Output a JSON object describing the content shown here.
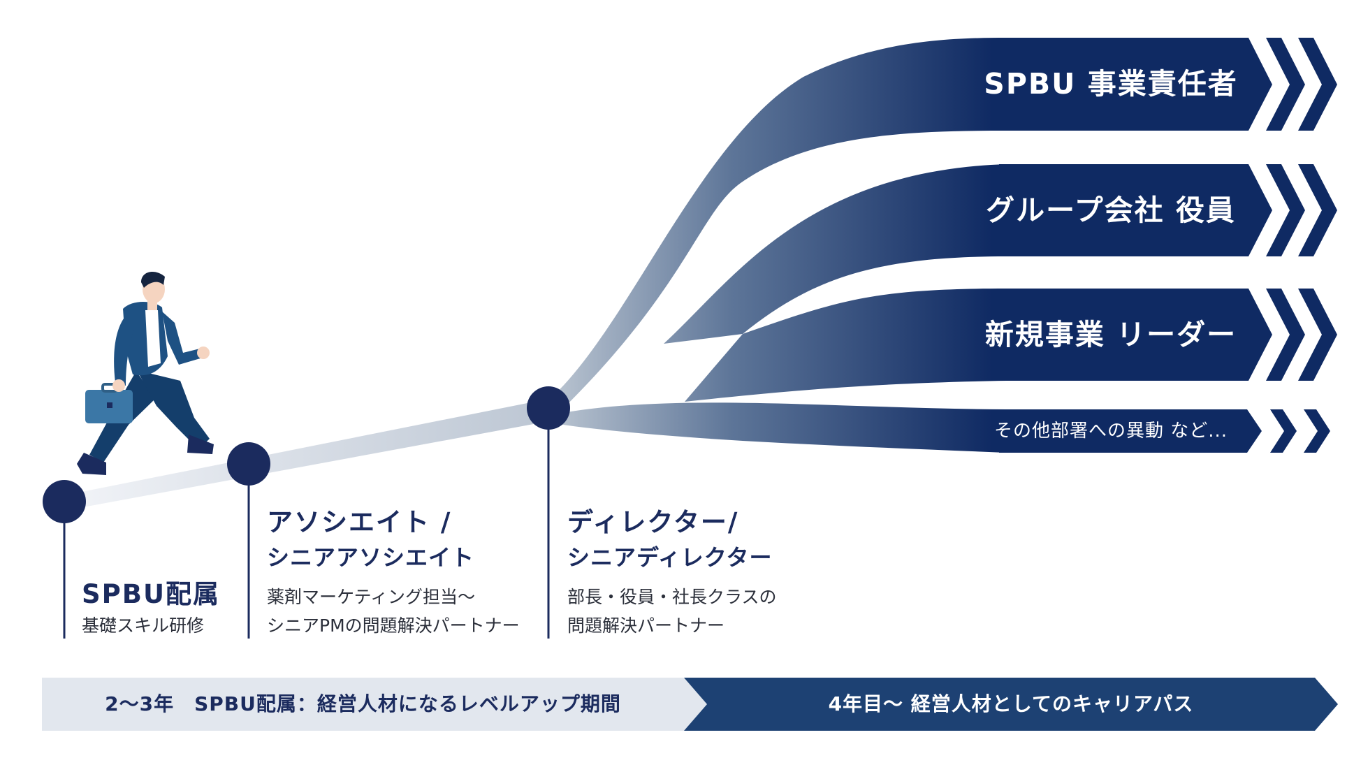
{
  "colors": {
    "navy": "#1b2b5e",
    "arrow_dark": "#0f2a63",
    "phase_light": "#e2e7ee",
    "phase_dark": "#1d4173",
    "suit": "#1e5183",
    "bag": "#3b77a6"
  },
  "icons": {
    "person": "businessman-walking-icon",
    "chevron": "double-chevron-right-icon"
  },
  "stages": [
    {
      "title": "SPBU配属",
      "desc_lines": [
        "基礎スキル研修"
      ]
    },
    {
      "title_lines": [
        "アソシエイト /",
        "シニアアソシエイト"
      ],
      "desc_lines": [
        "薬剤マーケティング担当〜",
        "シニアPMの問題解決パートナー"
      ]
    },
    {
      "title_lines": [
        "ディレクター/",
        "シニアディレクター"
      ],
      "desc_lines": [
        "部長・役員・社長クラスの",
        "問題解決パートナー"
      ]
    }
  ],
  "destinations": [
    {
      "label": "SPBU 事業責任者"
    },
    {
      "label": "グループ会社 役員"
    },
    {
      "label": "新規事業 リーダー"
    },
    {
      "label": "その他部署への異動 など..."
    }
  ],
  "phases": [
    {
      "label": "2〜3年　SPBU配属：経営人材になるレベルアップ期間"
    },
    {
      "label": "4年目〜 経営人材としてのキャリアパス"
    }
  ]
}
